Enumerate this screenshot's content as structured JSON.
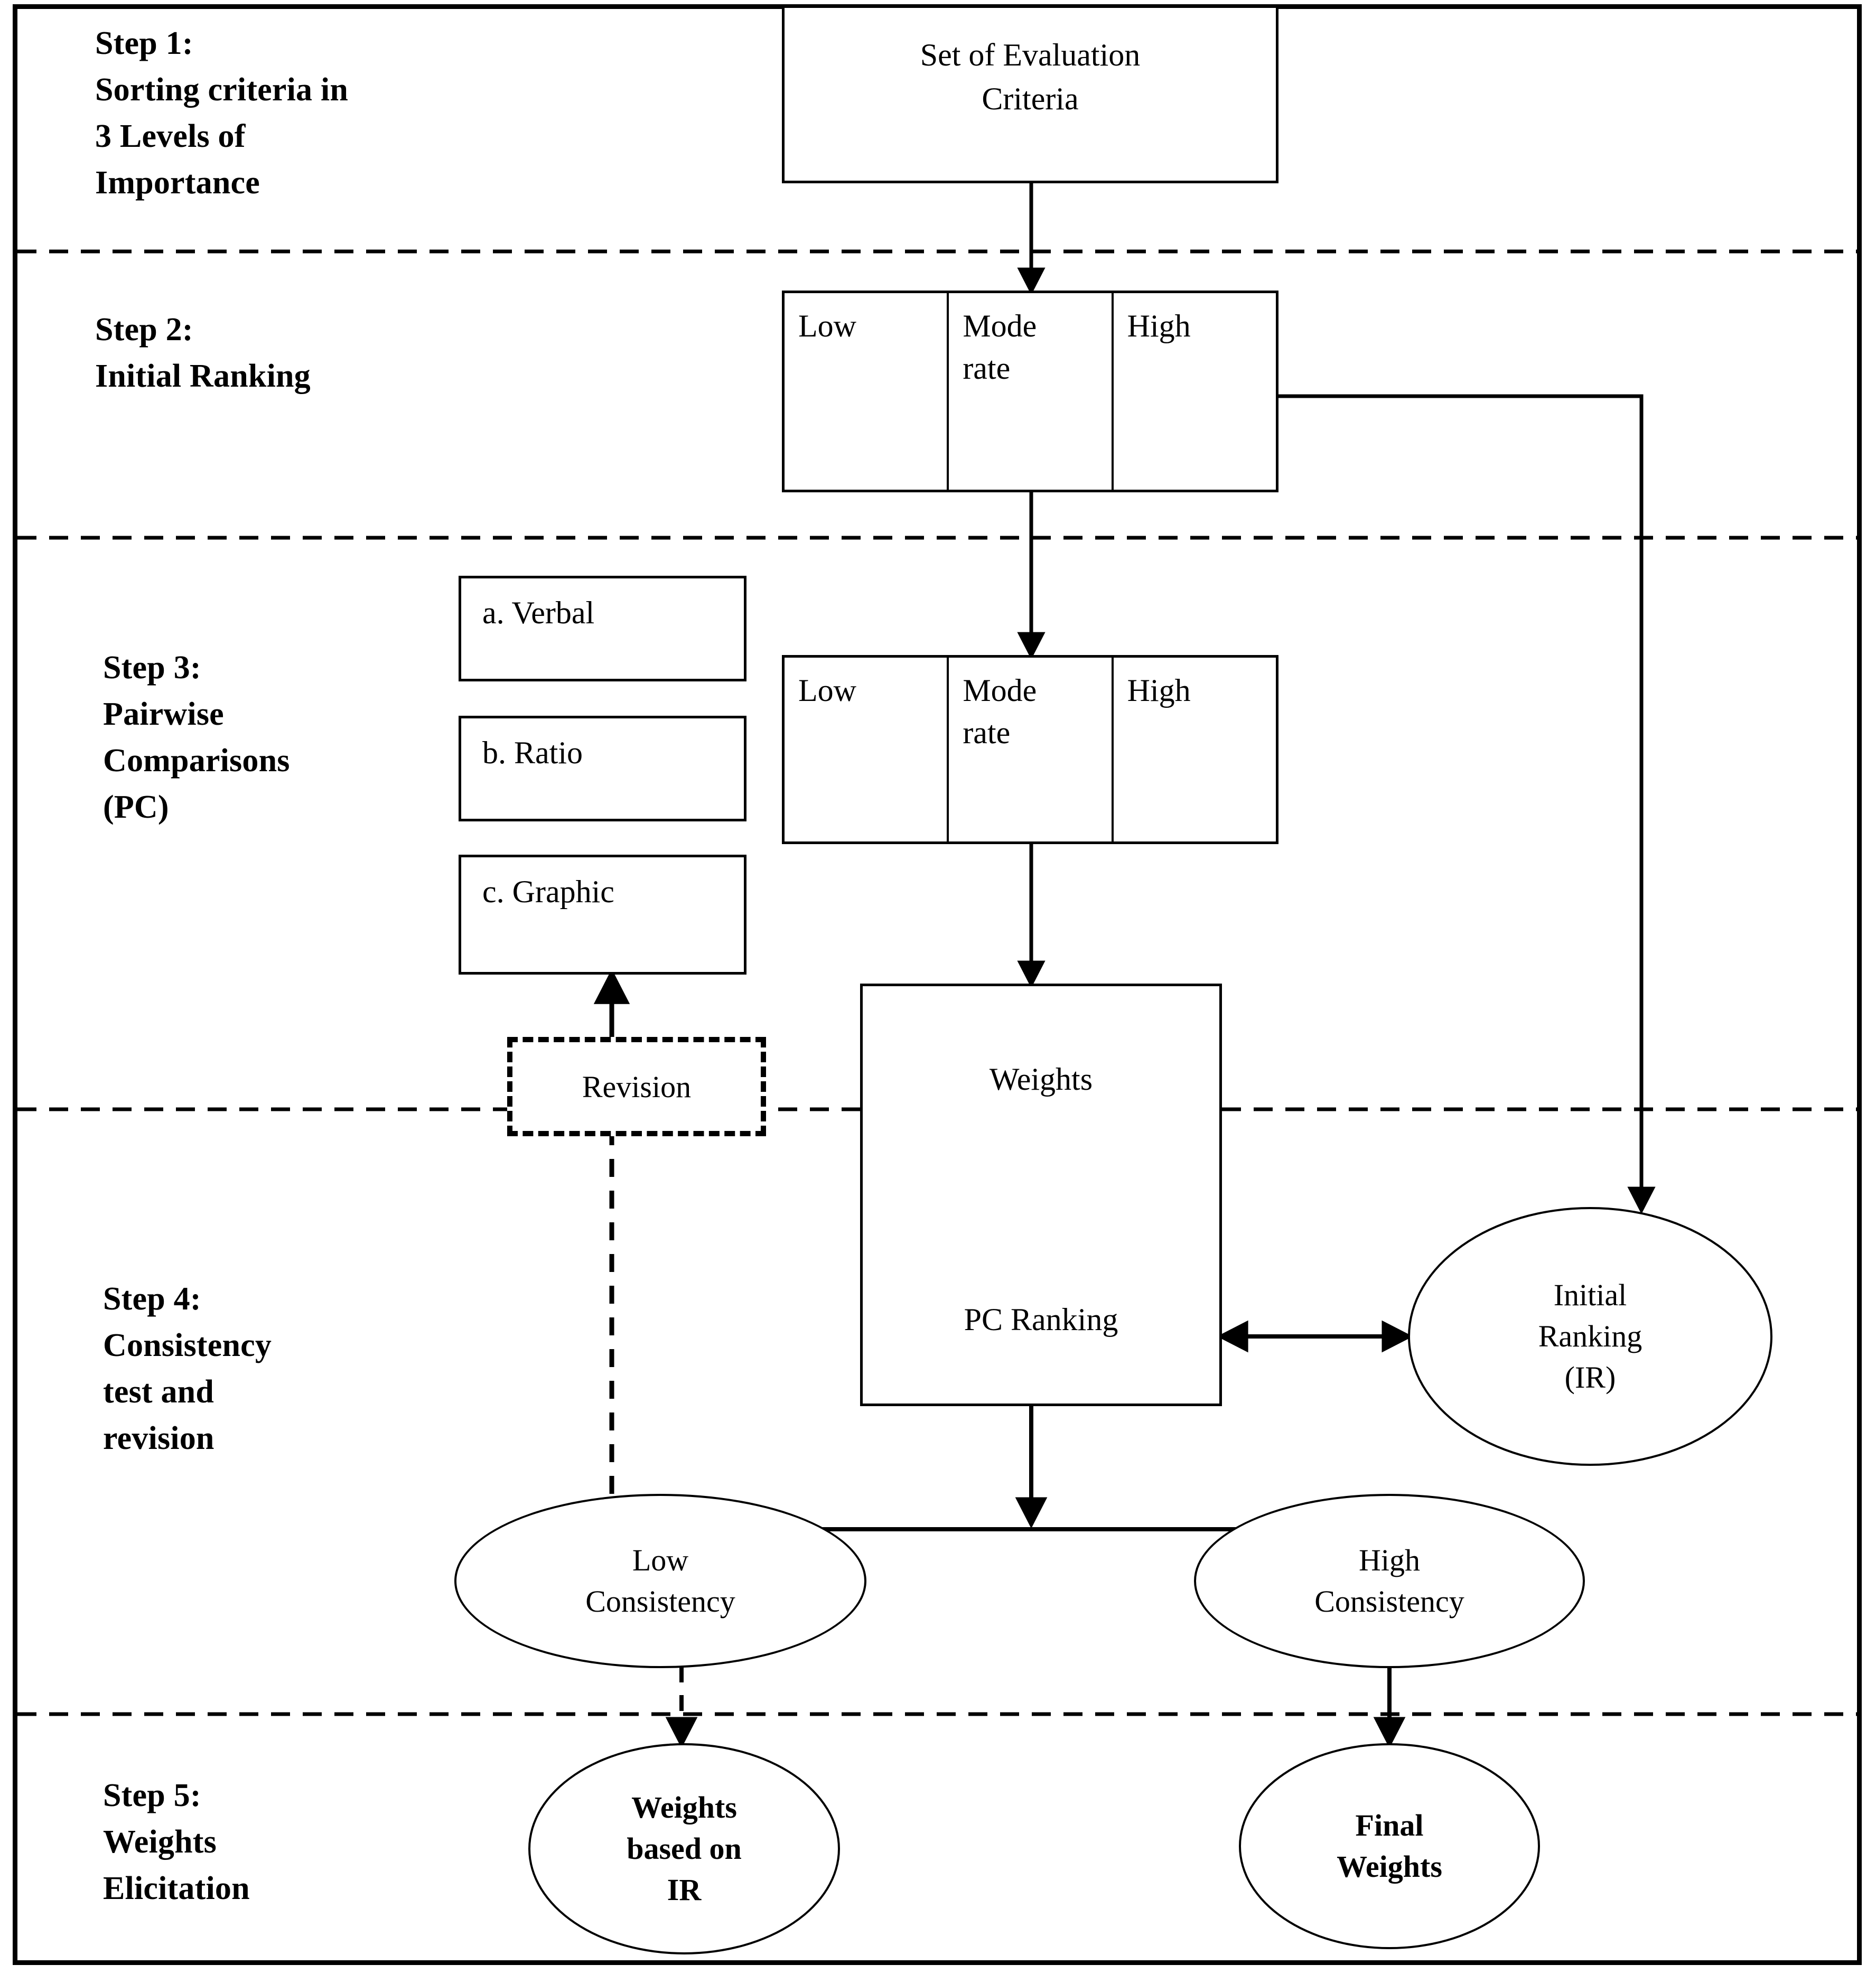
{
  "diagram": {
    "title": "Weight elicitation procedure flowchart",
    "steps": [
      {
        "id": "step1",
        "label": "Step 1:\nSorting criteria  in\n3 Levels of\nImportance"
      },
      {
        "id": "step2",
        "label": "Step 2:\nInitial Ranking"
      },
      {
        "id": "step3",
        "label": "Step 3:\nPairwise\nComparisons\n(PC)"
      },
      {
        "id": "step4",
        "label": "Step 4:\nConsistency\ntest and\nrevision"
      },
      {
        "id": "step5",
        "label": "Step 5:\nWeights\nElicitation"
      }
    ],
    "nodes": {
      "set_of_criteria": "Set of Evaluation\nCriteria",
      "levels_initial": {
        "low": "Low",
        "moderate": "Mode\nrate",
        "high": "High"
      },
      "levels_pairwise": {
        "low": "Low",
        "moderate": "Mode\nrate",
        "high": "High"
      },
      "pc_methods": [
        {
          "id": "verbal",
          "label": "a. Verbal"
        },
        {
          "id": "ratio",
          "label": "b. Ratio"
        },
        {
          "id": "graphic",
          "label": "c. Graphic"
        }
      ],
      "revision": "Revision",
      "weights": "Weights",
      "pc_ranking": "PC Ranking",
      "initial_ranking": "Initial\nRanking\n(IR)",
      "low_consistency": "Low\nConsistency",
      "high_consistency": "High\nConsistency",
      "weights_based_on_ir": "Weights\nbased on\nIR",
      "final_weights": "Final\nWeights"
    },
    "colors": {
      "line": "#000000",
      "background": "#ffffff",
      "text": "#000000"
    }
  }
}
